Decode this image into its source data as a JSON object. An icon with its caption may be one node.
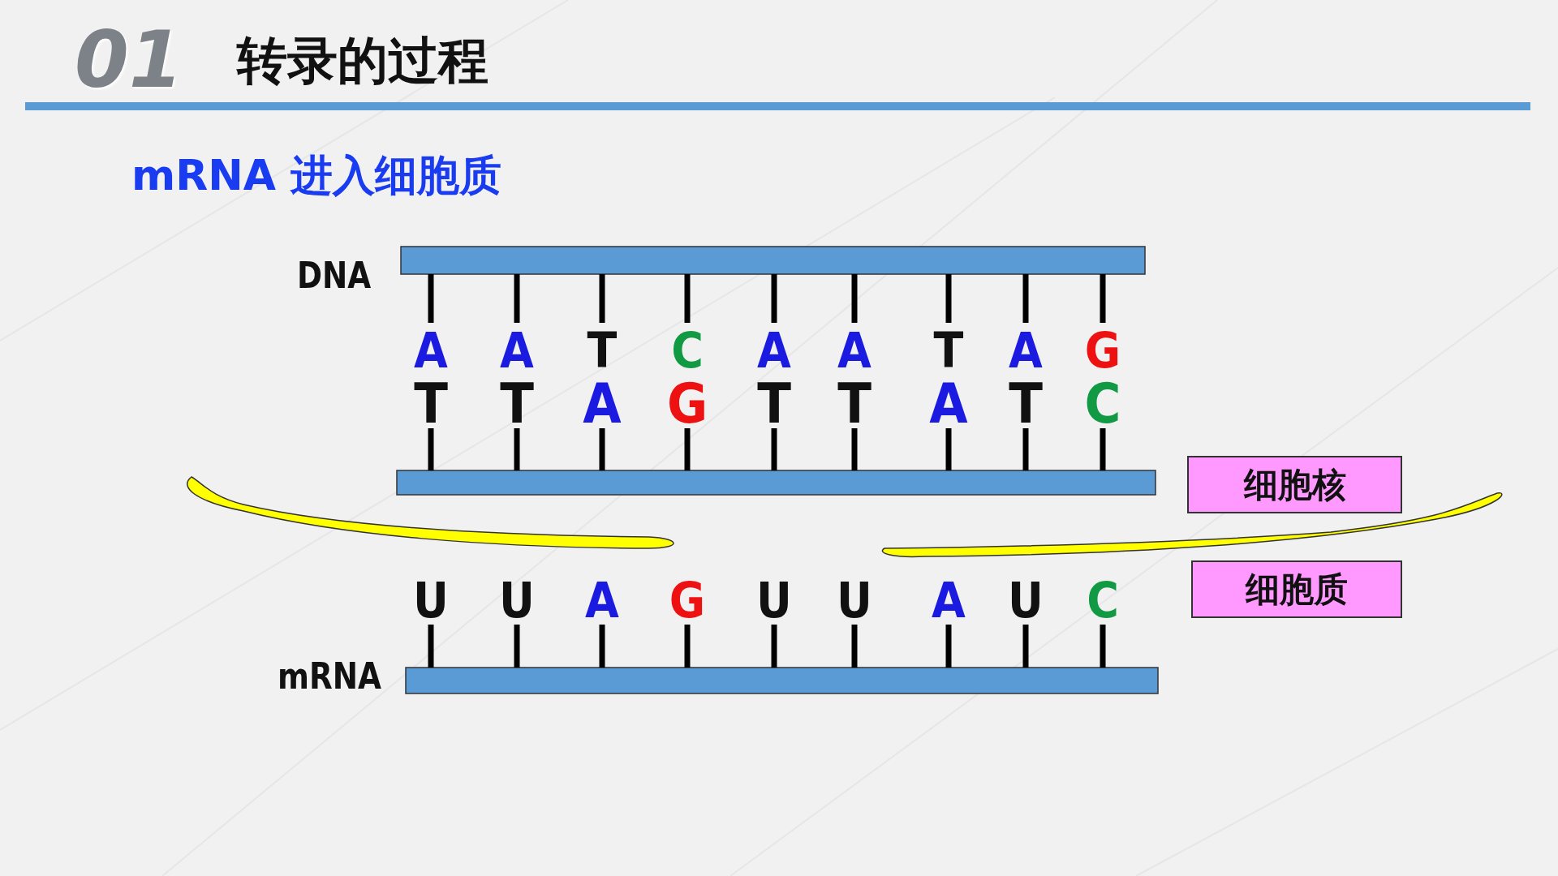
{
  "diagram": {
    "title": "转录的过程",
    "nodes": [
      {
        "text": [
          "细胞核"
        ]
      },
      {
        "text": [
          "细胞质"
        ]
      }
    ],
    "labels": [
      "01",
      "mRNA 进入细胞质",
      "DNA",
      "A",
      "A",
      "T",
      "C",
      "A",
      "A",
      "T",
      "A",
      "G",
      "T",
      "T",
      "A",
      "G",
      "T",
      "T",
      "A",
      "T",
      "C",
      "U",
      "U",
      "A",
      "G",
      "U",
      "U",
      "A",
      "U",
      "C",
      "mRNA"
    ]
  }
}
